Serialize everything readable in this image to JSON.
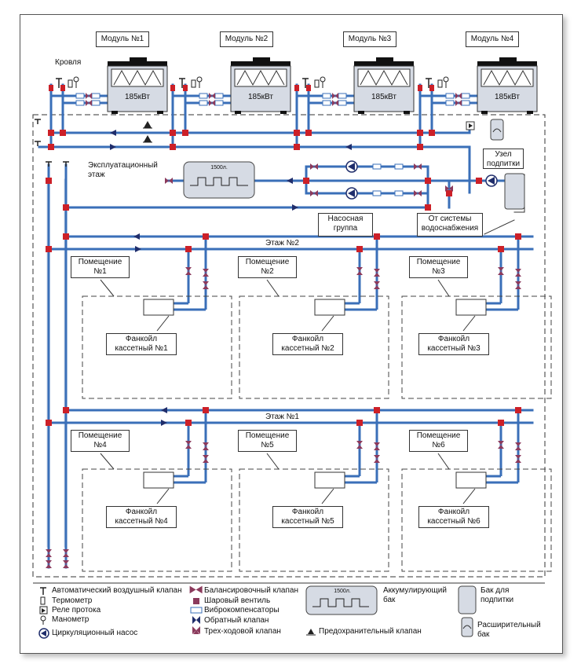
{
  "modules": [
    "Модуль №1",
    "Модуль №2",
    "Модуль №3",
    "Модуль №4"
  ],
  "module_power": "185кВт",
  "roof_label": "Кровля",
  "tech_floor_label": "Эксплуатационный этаж",
  "tank_volume": "1500л.",
  "pump_group_label": "Насосная группа",
  "makeup_node_label": "Узел подпитки",
  "water_supply_label": "От системы водоснабжения",
  "floors": [
    "Этаж №2",
    "Этаж №1"
  ],
  "rooms": [
    "Помещение №1",
    "Помещение №2",
    "Помещение №3",
    "Помещение №4",
    "Помещение №5",
    "Помещение №6"
  ],
  "fancoils": [
    "Фанкойл кассетный №1",
    "Фанкойл кассетный №2",
    "Фанкойл кассетный №3",
    "Фанкойл кассетный №4",
    "Фанкойл кассетный №5",
    "Фанкойл кассетный №6"
  ],
  "legend": {
    "air_valve": "Автоматический воздушный клапан",
    "thermometer": "Термометр",
    "flow_relay": "Реле протока",
    "manometer": "Манометр",
    "pump": "Циркуляционный насос",
    "balancing_valve": "Балансировочный клапан",
    "ball_valve": "Шаровый вентиль",
    "vibro": "Виброкомпенсаторы",
    "check_valve": "Обратный клапан",
    "three_way": "Трех-ходовой клапан",
    "safety_valve": "Предохранительный клапан",
    "accumulator": "Аккумулирующий бак",
    "makeup_tank": "Бак для подпитки",
    "expansion_tank": "Расширительный бак"
  },
  "colors": {
    "pipe": "#3a6fb8",
    "joint": "#cc2028",
    "valve": "#8b3a5c",
    "equip": "#d6dbe4",
    "navy": "#1f2d6b"
  }
}
